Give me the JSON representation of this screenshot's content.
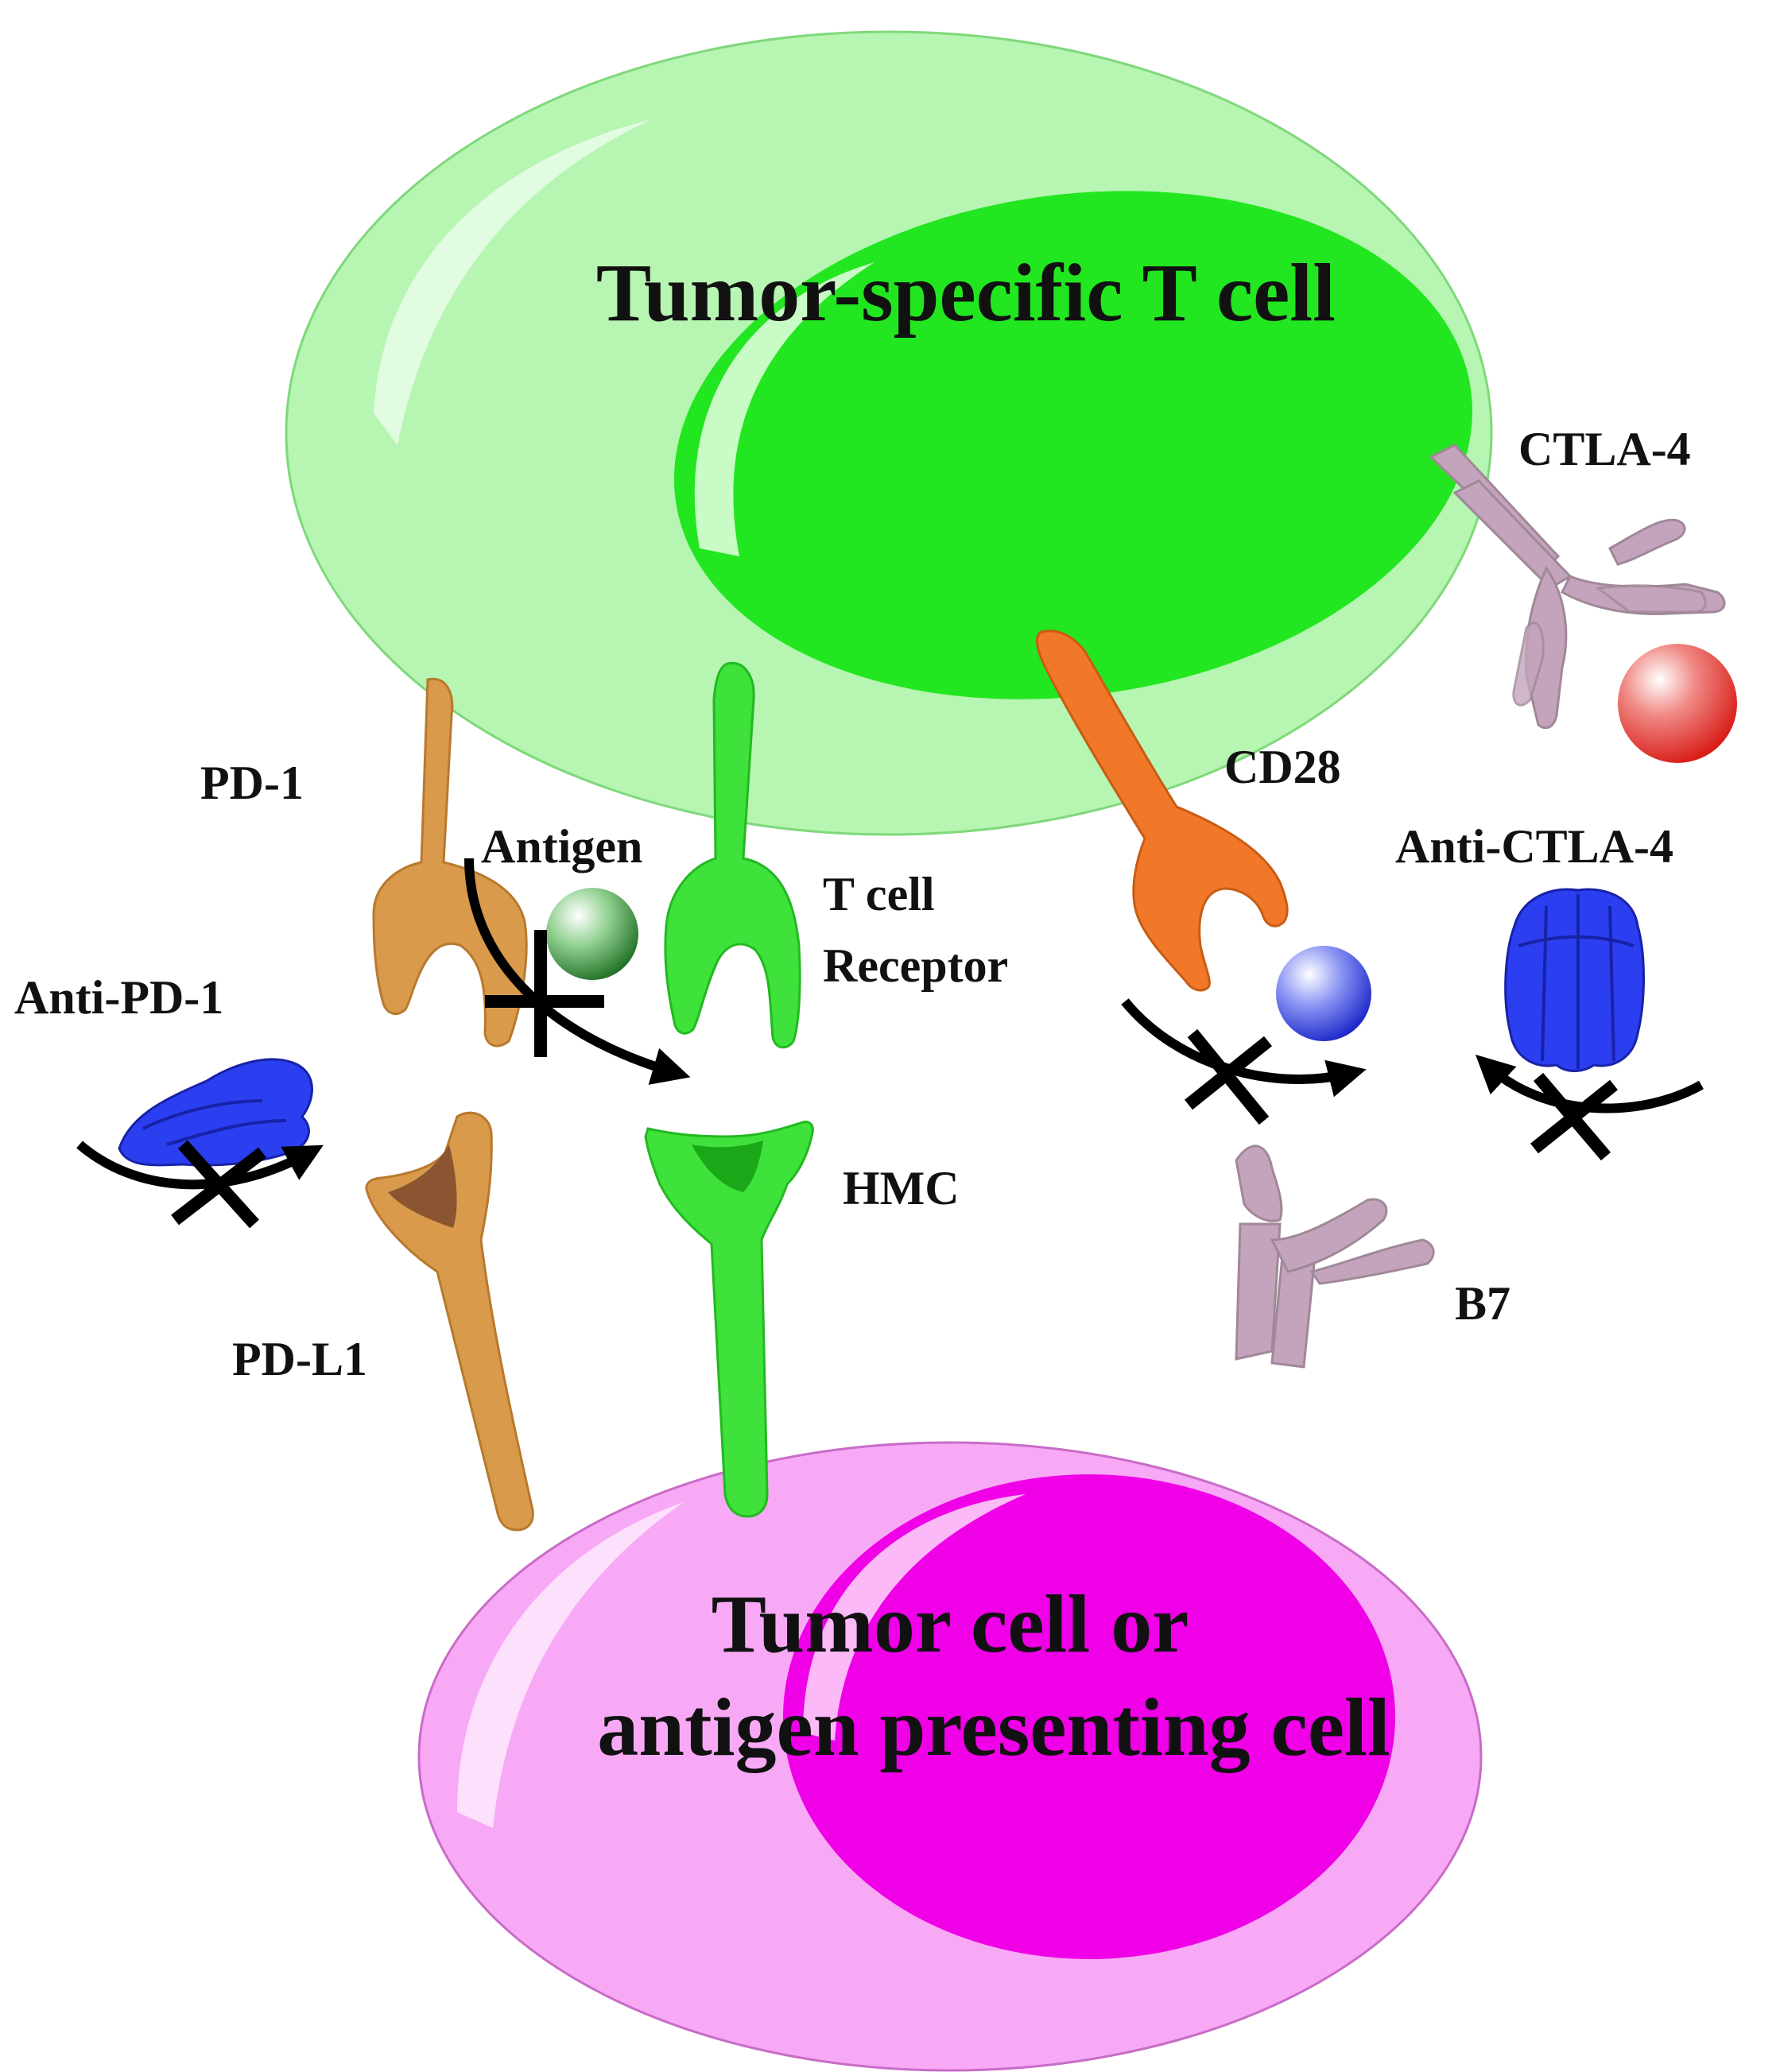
{
  "labels": {
    "t_cell": "Tumor-specific T cell",
    "tumor_line1": "Tumor cell or",
    "tumor_line2": "antigen presenting cell",
    "pd1": "PD-1",
    "antigen": "Antigen",
    "tcr_line1": "T cell",
    "tcr_line2": "Receptor",
    "anti_pd1": "Anti-PD-1",
    "pdl1": "PD-L1",
    "hmc": "HMC",
    "ctla4": "CTLA-4",
    "cd28": "CD28",
    "anti_ctla4": "Anti-CTLA-4",
    "b7": "B7"
  },
  "colors": {
    "t_cell_outer": "#b6f5b2",
    "t_cell_nucleus": "#22e620",
    "tumor_outer": "#f8a9f6",
    "tumor_nucleus": "#f000e6",
    "pd_protein": "#d99a4c",
    "tcr_green": "#3ee23a",
    "cd28_orange": "#f07828",
    "receptor_lilac": "#c4a4bc",
    "antibody_blue": "#2b3ef0",
    "ligand_red": "#e8302a",
    "antigen_green": "#2a8a30",
    "ligand_blue": "#3040e0",
    "arrow_black": "#000000"
  }
}
